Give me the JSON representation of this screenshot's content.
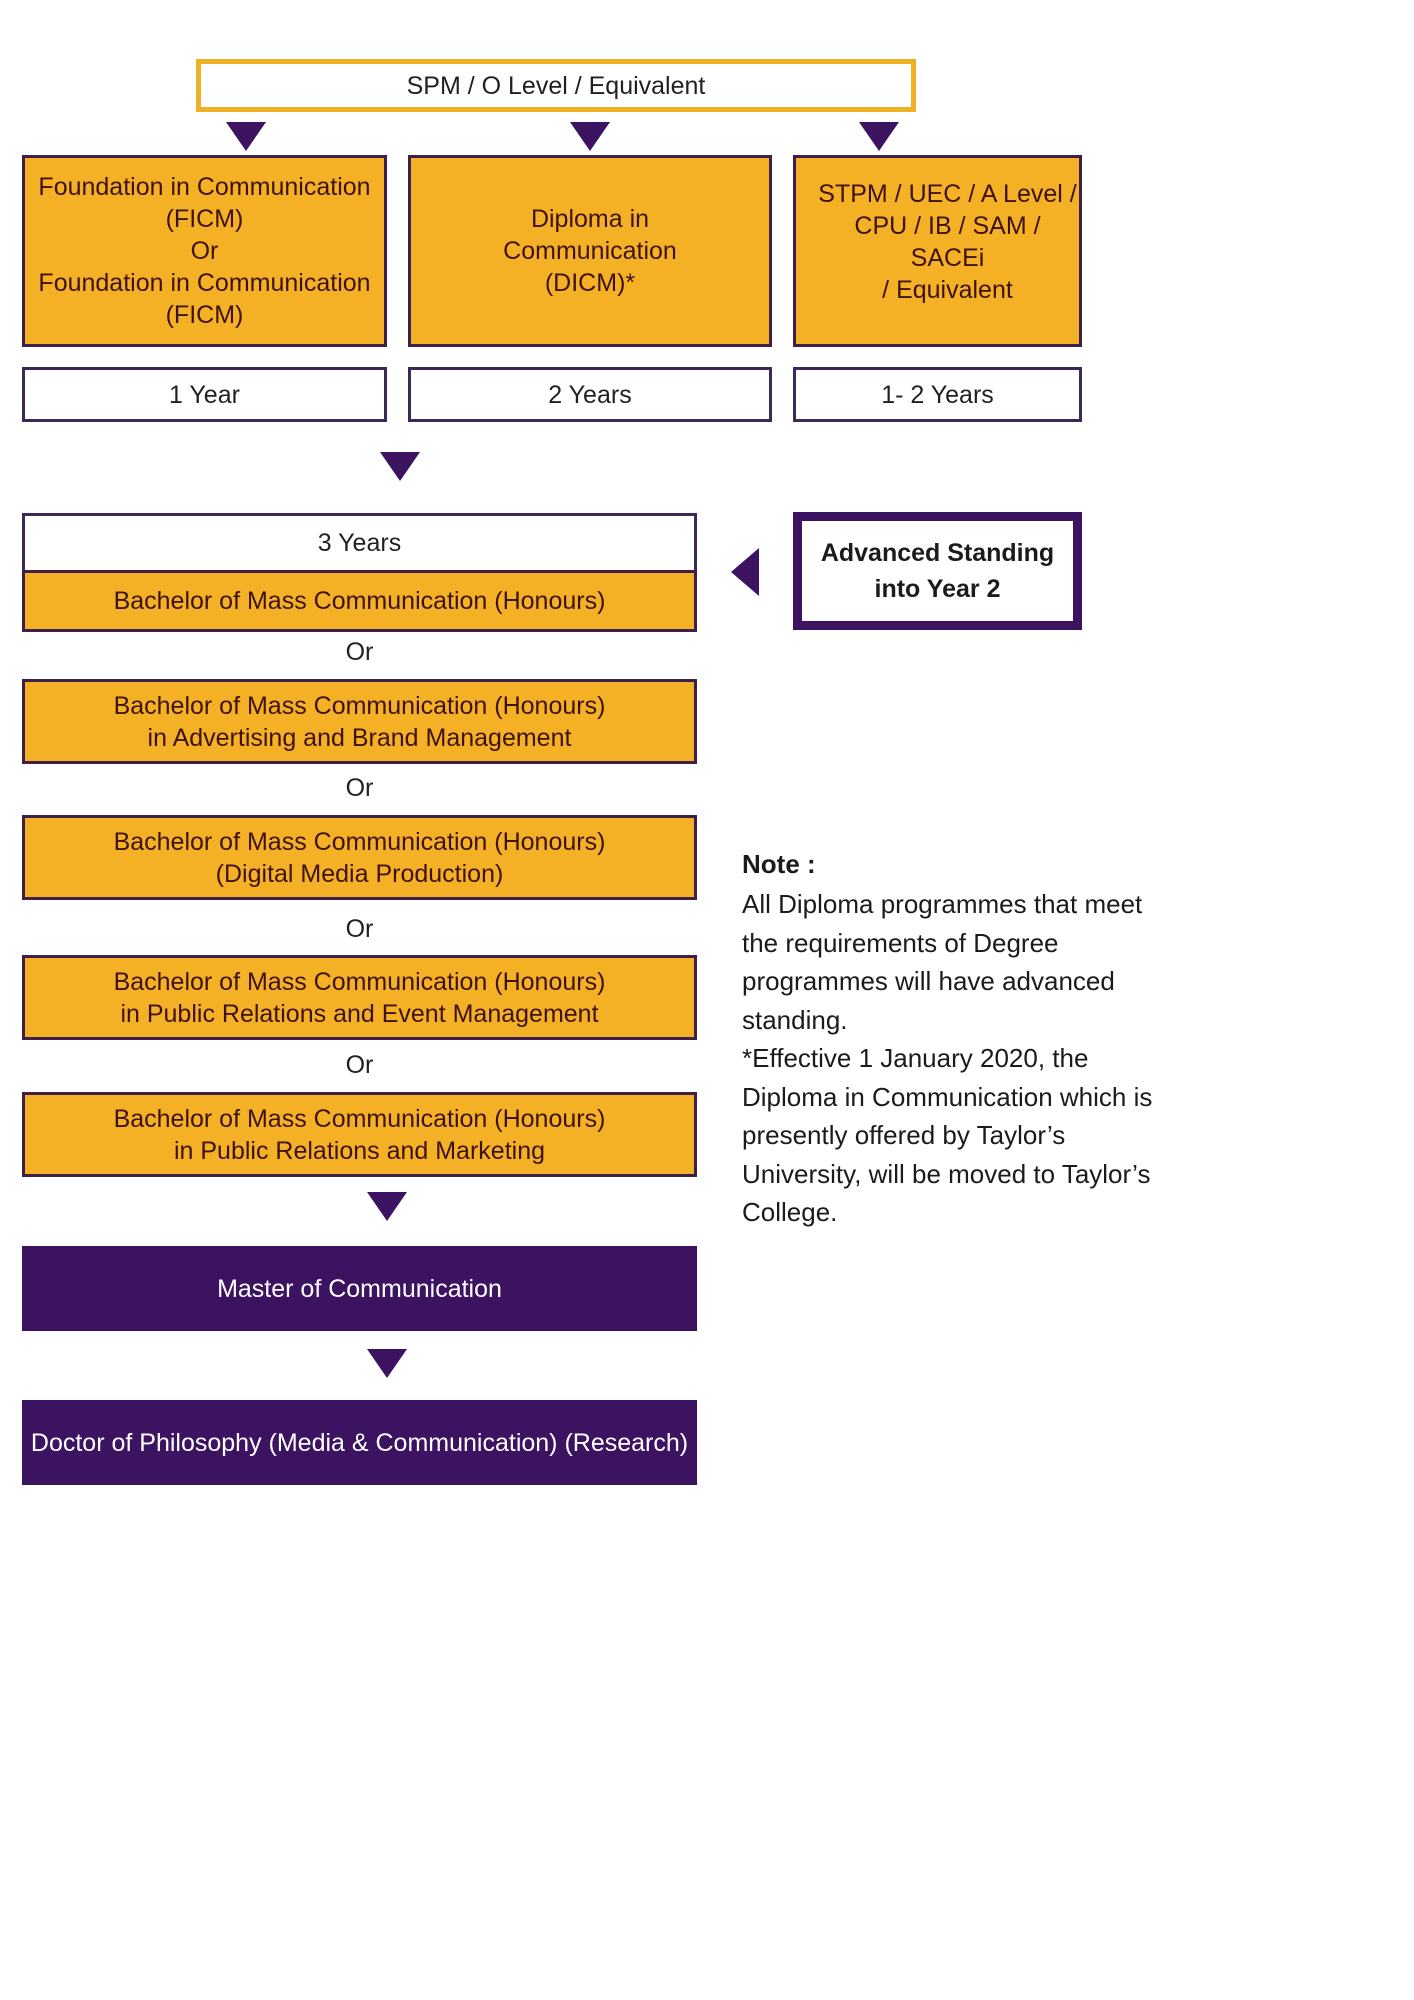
{
  "colors": {
    "amber_fill": "#f4b125",
    "amber_border_top": "#eeb024",
    "purple": "#3c1361",
    "purple_border": "#3d1f4a",
    "white": "#ffffff",
    "amber_text": "#3f1212"
  },
  "entry": {
    "label": "SPM / O Level / Equivalent"
  },
  "pathways": [
    {
      "qualification": "Foundation in Communication\n(FICM)\nOr\nFoundation in Communication\n(FICM)",
      "duration": "1 Year"
    },
    {
      "qualification": "Diploma in\nCommunication\n(DICM)*",
      "duration": "2 Years"
    },
    {
      "qualification": "STPM / UEC / A Level /\nCPU / IB / SAM / SACEi\n/ Equivalent",
      "duration": "1- 2 Years"
    }
  ],
  "degree": {
    "duration": "3 Years",
    "options": [
      "Bachelor of Mass Communication (Honours)",
      "Bachelor of Mass Communication (Honours)\nin Advertising and Brand Management",
      "Bachelor of Mass Communication (Honours)\n(Digital Media Production)",
      "Bachelor of Mass Communication (Honours)\nin Public Relations and Event Management",
      "Bachelor of Mass Communication (Honours)\nin Public Relations and Marketing"
    ],
    "or_separator": "Or"
  },
  "advanced_standing": {
    "label": "Advanced Standing\ninto Year 2"
  },
  "postgraduate": [
    "Master of Communication",
    "Doctor of Philosophy (Media & Communication) (Research)"
  ],
  "note": {
    "title": "Note :",
    "body": " All Diploma programmes that meet the requirements of Degree programmes will have advanced standing.\n*Effective 1 January 2020, the Diploma in Communication which is presently offered by Taylor’s University, will be moved to Taylor’s College."
  }
}
